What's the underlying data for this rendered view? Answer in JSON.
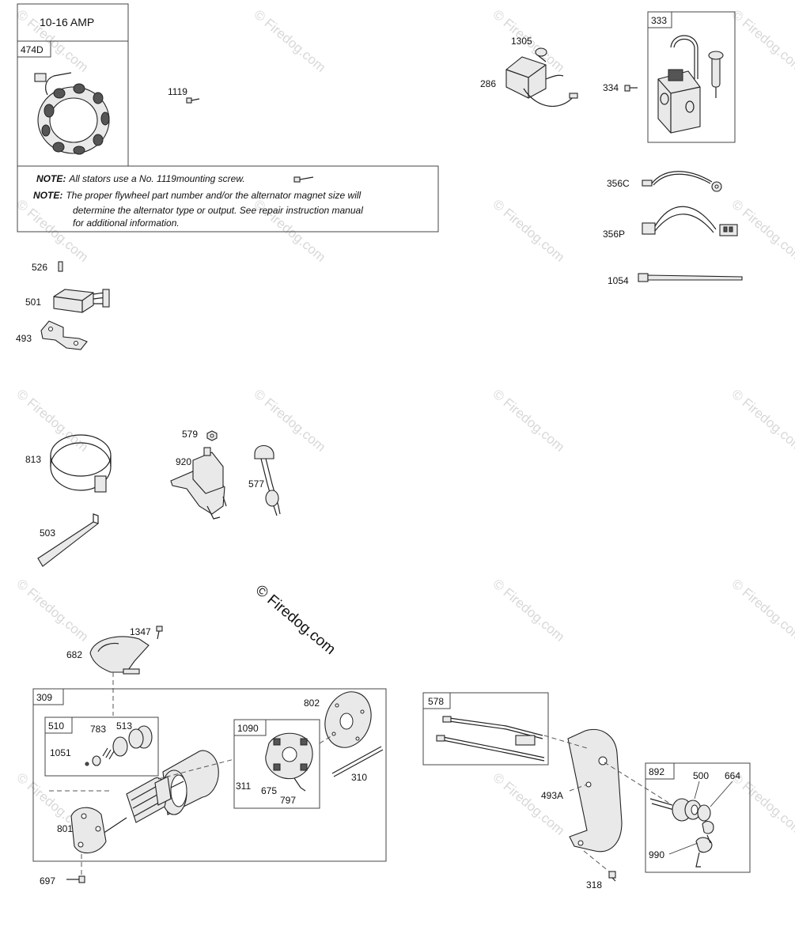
{
  "watermark": {
    "small": "© Firedog.com",
    "center": "© Firedog.com"
  },
  "stator_box": {
    "amp_label": "10-16 AMP",
    "part_id": "474D"
  },
  "notes": [
    {
      "prefix": "NOTE:",
      "text": "All stators use a No.  1119mounting screw."
    },
    {
      "prefix": "NOTE:",
      "text": "The proper flywheel part number and/or the alternator magnet size will",
      "cont": [
        "determine the alternator type or output. See repair instruction manual",
        "for additional information."
      ]
    }
  ],
  "boxes": {
    "b333": "333",
    "b309": "309",
    "b510": "510",
    "b1090": "1090",
    "b578": "578",
    "b892": "892"
  },
  "callouts": {
    "c1119": "1119",
    "c1305": "1305",
    "c286": "286",
    "c334": "334",
    "c356C": "356C",
    "c356P": "356P",
    "c1054": "1054",
    "c526": "526",
    "c501": "501",
    "c493": "493",
    "c579": "579",
    "c920": "920",
    "c577": "577",
    "c813": "813",
    "c503": "503",
    "c1347": "1347",
    "c682": "682",
    "c802": "802",
    "c783": "783",
    "c513": "513",
    "c1051": "1051",
    "c311": "311",
    "c675": "675",
    "c797": "797",
    "c310": "310",
    "c801": "801",
    "c697": "697",
    "c493A": "493A",
    "c500": "500",
    "c664": "664",
    "c990": "990",
    "c318": "318"
  }
}
